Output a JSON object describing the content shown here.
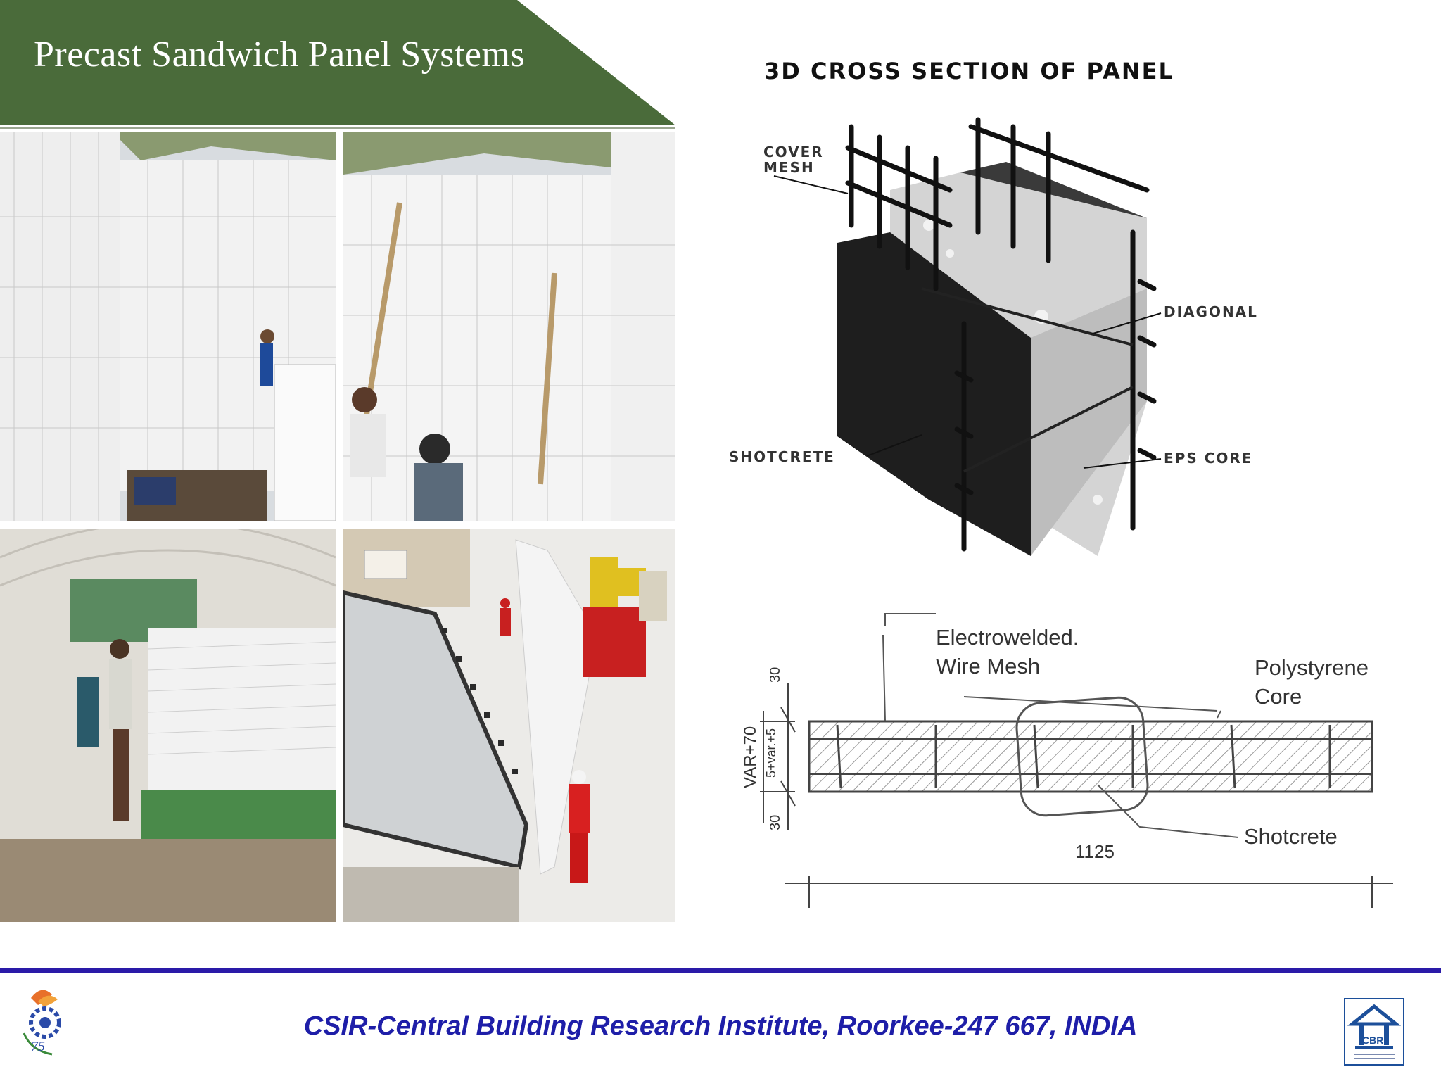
{
  "slide": {
    "title": "Precast Sandwich Panel Systems",
    "footer": "CSIR-Central Building Research Institute, Roorkee-247 667, INDIA",
    "accent_color": "#4a6b3a",
    "footer_color": "#1e1ea8"
  },
  "photos": [
    {
      "name": "site-walls-photo-1",
      "icon": "photo-icon"
    },
    {
      "name": "site-walls-photo-2",
      "icon": "photo-icon"
    },
    {
      "name": "factory-production-photo",
      "icon": "photo-icon"
    },
    {
      "name": "panel-lifting-photo",
      "icon": "photo-icon"
    }
  ],
  "diagram_3d": {
    "title": "3D CROSS SECTION OF PANEL",
    "labels": {
      "cover_mesh": "COVER MESH",
      "diagonal": "DIAGONAL",
      "shotcrete": "SHOTCRETE",
      "eps_core": "EPS CORE"
    }
  },
  "diagram_plan": {
    "electrowelded": "Electrowelded.",
    "wire_mesh": "Wire Mesh",
    "polystyrene": "Polystyrene",
    "core": "Core",
    "shotcrete": "Shotcrete",
    "width": "1125",
    "dim_30_top": "30",
    "dim_30_bottom": "30",
    "dim_var": "5+var.+5",
    "dim_total": "VAR+70"
  },
  "logos": {
    "left": "75 Years of CSIR",
    "right": "CBRI"
  }
}
